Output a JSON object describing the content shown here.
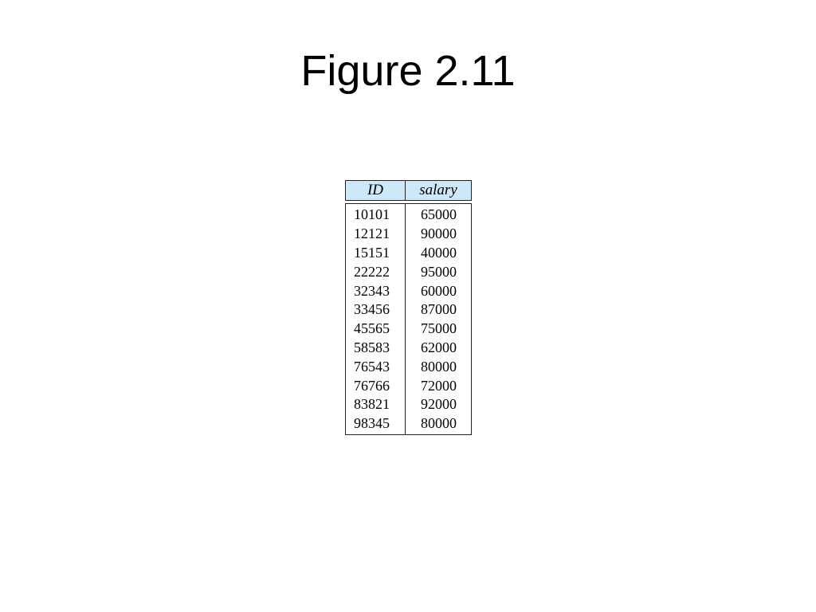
{
  "slide": {
    "title": "Figure 2.11"
  },
  "relation": {
    "columns": [
      "ID",
      "salary"
    ],
    "rows": [
      [
        "10101",
        "65000"
      ],
      [
        "12121",
        "90000"
      ],
      [
        "15151",
        "40000"
      ],
      [
        "22222",
        "95000"
      ],
      [
        "32343",
        "60000"
      ],
      [
        "33456",
        "87000"
      ],
      [
        "45565",
        "75000"
      ],
      [
        "58583",
        "62000"
      ],
      [
        "76543",
        "80000"
      ],
      [
        "76766",
        "72000"
      ],
      [
        "83821",
        "92000"
      ],
      [
        "98345",
        "80000"
      ]
    ],
    "colors": {
      "header_background": "#cde9f7",
      "border": "#222222"
    }
  }
}
